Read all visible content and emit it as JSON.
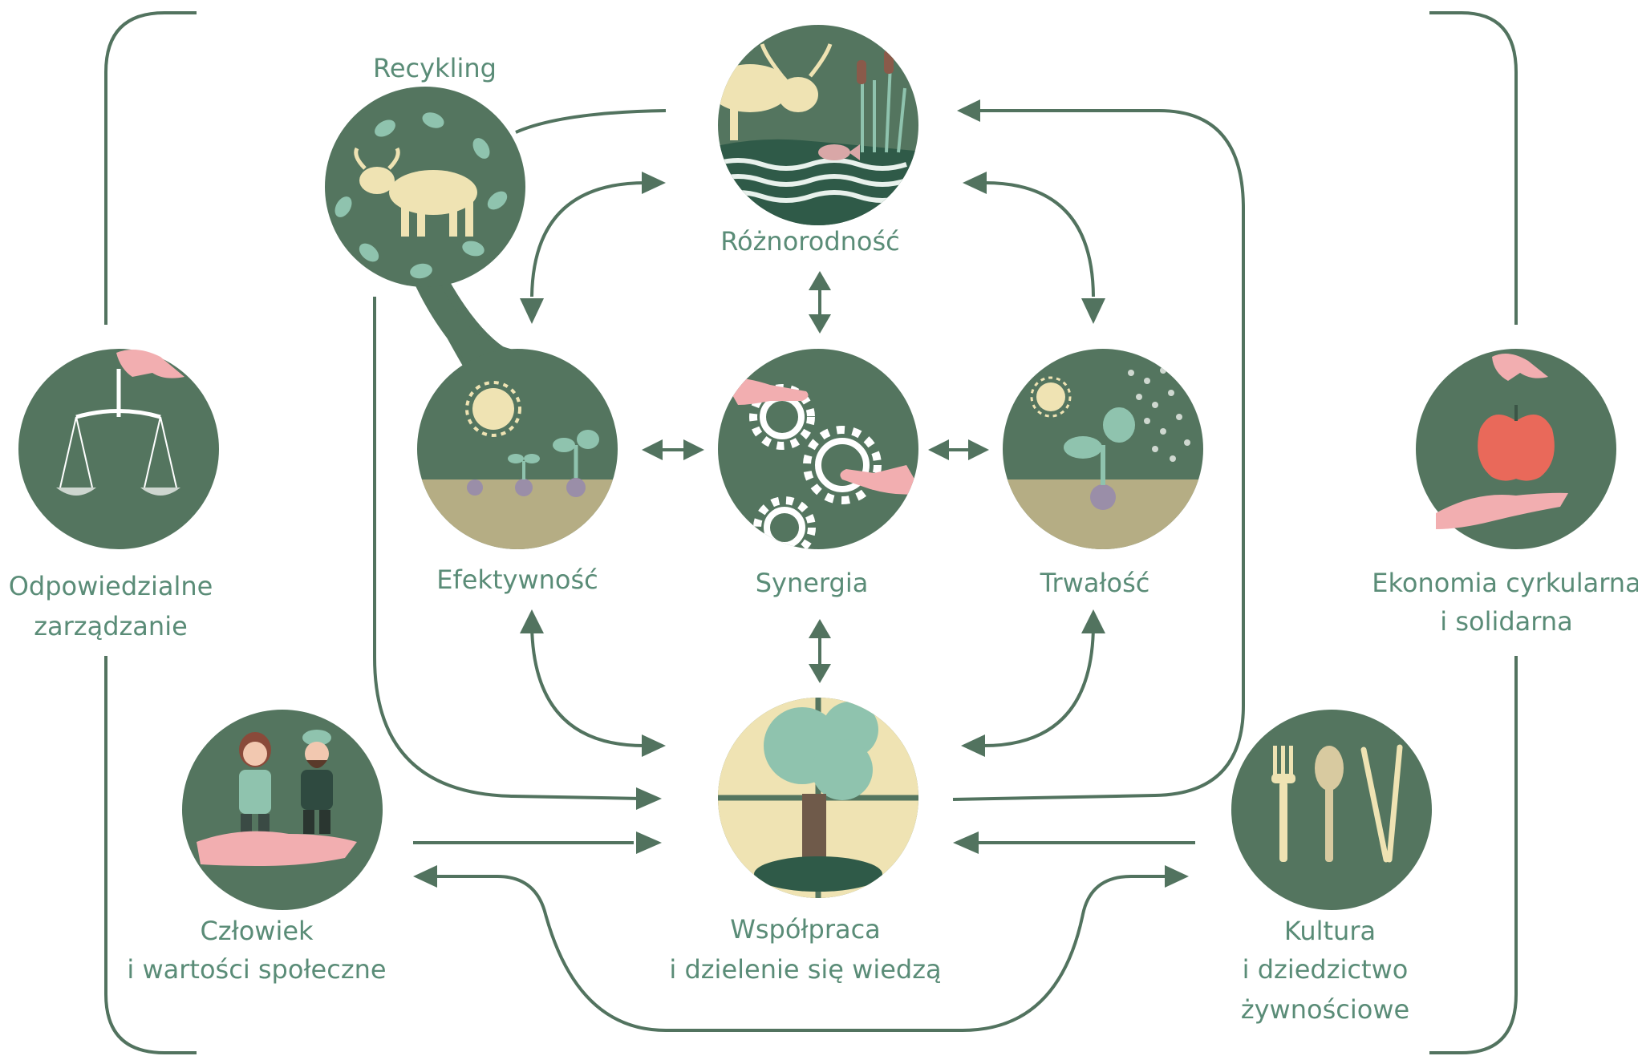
{
  "nodes": {
    "recycling": {
      "label": "Recykling"
    },
    "diversity": {
      "label": "Różnorodność"
    },
    "efficiency": {
      "label": "Efektywność"
    },
    "synergy": {
      "label": "Synergia"
    },
    "resilience": {
      "label": "Trwałość"
    },
    "governance": {
      "label_line1": "Odpowiedzialne",
      "label_line2": "zarządzanie"
    },
    "circular": {
      "label_line1": "Ekonomia cyrkularna",
      "label_line2": "i solidarna"
    },
    "human": {
      "label_line1": "Człowiek",
      "label_line2": "i wartości społeczne"
    },
    "cocreation": {
      "label_line1": "Współpraca",
      "label_line2": "i dzielenie się wiedzą"
    },
    "culture": {
      "label_line1": "Kultura",
      "label_line2": "i dziedzictwo",
      "label_line3": "żywnościowe"
    }
  },
  "colors": {
    "disc": "#54755f",
    "line": "#52735f",
    "label": "#5a8c77",
    "cream": "#efe3b3",
    "soil": "#b5ad84",
    "pink": "#f2aeb0",
    "mint": "#8fc3ae",
    "apple": "#e9695a"
  }
}
